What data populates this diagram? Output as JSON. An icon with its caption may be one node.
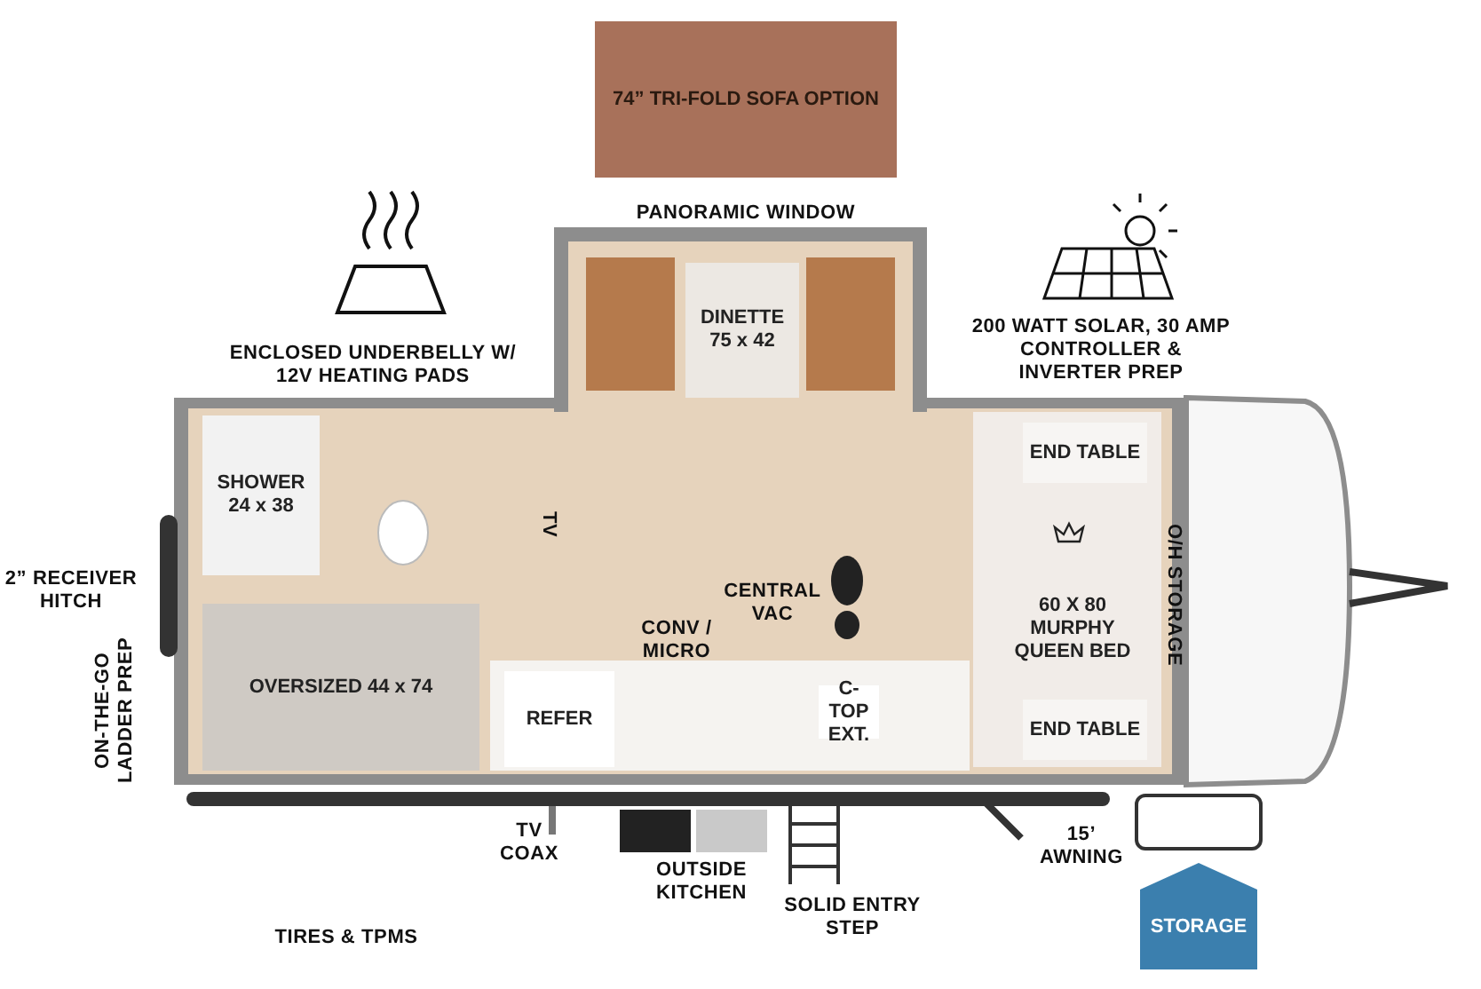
{
  "diagram": {
    "nodes": [
      {
        "text": [
          "74” TRI-FOLD SOFA OPTION"
        ]
      },
      {
        "text": [
          "DINETTE 75 x 42"
        ]
      },
      {
        "text": [
          "SHOWER 24 x 38"
        ]
      },
      {
        "text": [
          "OVERSIZED 44 x 74"
        ]
      },
      {
        "text": [
          "REFER"
        ]
      },
      {
        "text": [
          "END TABLE"
        ]
      },
      {
        "text": [
          "60 X 80 MURPHY QUEEN BED"
        ]
      },
      {
        "text": [
          "C-TOP EXT."
        ]
      },
      {
        "text": [
          "END TABLE"
        ]
      },
      {
        "text": [
          "STORAGE"
        ]
      }
    ],
    "edges": [],
    "labels": [
      "PANORAMIC WINDOW",
      "ENCLOSED UNDERBELLY W/ 12V HEATING PADS",
      "200 WATT SOLAR, 30 AMP CONTROLLER & INVERTER PREP",
      "TV",
      "2” RECEIVER HITCH",
      "CENTRAL VAC",
      "CONV / MICRO",
      "O/H STORAGE",
      "ON-THE-GO LADDER PREP",
      "TV COAX",
      "OUTSIDE KITCHEN",
      "15’ AWNING",
      "TIRES & TPMS",
      "SOLID ENTRY STEP"
    ]
  }
}
